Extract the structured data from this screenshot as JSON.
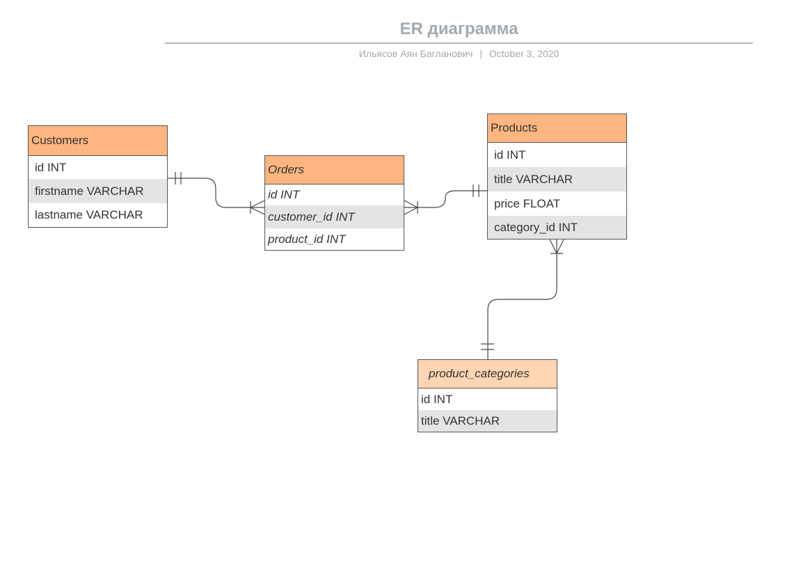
{
  "header": {
    "title": "ER диаграмма",
    "author": "Ильясов Аян Багланович",
    "separator": "|",
    "date": "October 3, 2020"
  },
  "colors": {
    "header_fill": "#ffb580",
    "header_fill_light": "#ffd5b3",
    "alt_row": "#e4e4e4",
    "border": "#555555",
    "title_gray": "#a3a9b1"
  },
  "entities": {
    "customers": {
      "name": "Customers",
      "fields": [
        "id INT",
        "firstname VARCHAR",
        "lastname VARCHAR"
      ]
    },
    "orders": {
      "name": "Orders",
      "fields": [
        "id INT",
        "customer_id INT",
        "product_id INT"
      ]
    },
    "products": {
      "name": "Products",
      "fields": [
        "id INT",
        "title VARCHAR",
        "price FLOAT",
        "category_id INT"
      ]
    },
    "product_categories": {
      "name": "product_categories",
      "fields": [
        "id INT",
        "title VARCHAR"
      ]
    }
  },
  "relationships": [
    {
      "from": "customers",
      "to": "orders",
      "from_cardinality": "one-and-only-one",
      "to_cardinality": "one-or-many"
    },
    {
      "from": "products",
      "to": "orders",
      "from_cardinality": "one-and-only-one",
      "to_cardinality": "one-or-many"
    },
    {
      "from": "product_categories",
      "to": "products",
      "from_cardinality": "one-and-only-one",
      "to_cardinality": "one-or-many"
    }
  ]
}
